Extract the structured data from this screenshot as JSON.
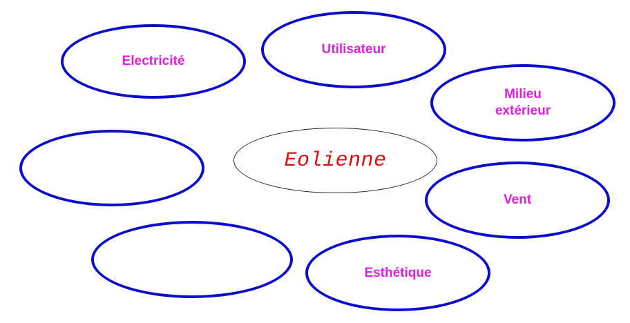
{
  "diagram": {
    "center": {
      "label": "Eolienne",
      "color": "#e01010"
    },
    "nodes": [
      {
        "id": "electricite",
        "label": "Electricité"
      },
      {
        "id": "utilisateur",
        "label": "Utilisateur"
      },
      {
        "id": "milieu",
        "label": "Milieu\nextérieur"
      },
      {
        "id": "empty1",
        "label": ""
      },
      {
        "id": "vent",
        "label": "Vent"
      },
      {
        "id": "empty2",
        "label": ""
      },
      {
        "id": "esthetique",
        "label": "Esthétique"
      }
    ],
    "colors": {
      "node_border": "#0c0ccc",
      "node_text": "#e020e0",
      "center_border": "#222222"
    }
  }
}
